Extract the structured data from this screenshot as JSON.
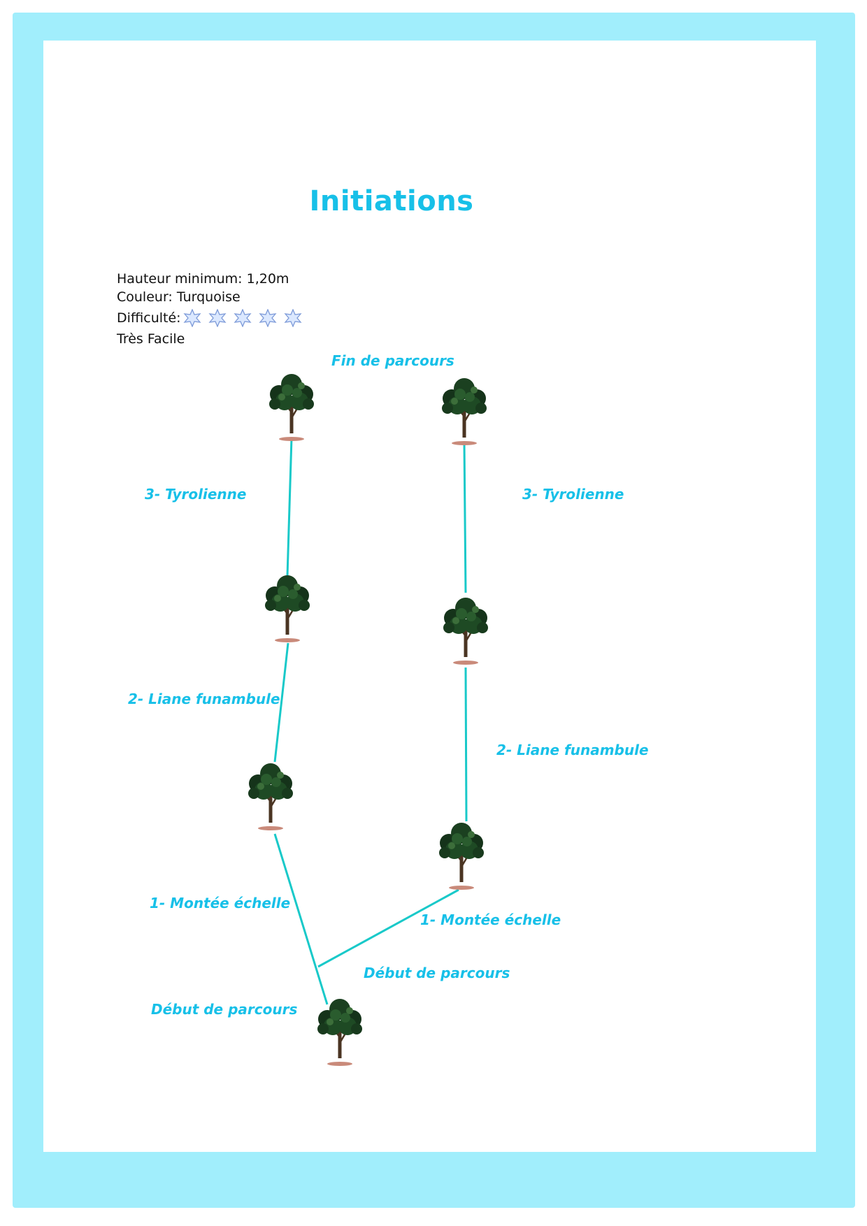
{
  "page": {
    "title": "Initiations",
    "info": {
      "height": "Hauteur minimum: 1,20m",
      "color": "Couleur: Turquoise",
      "difficulty_label": "Difficulté:",
      "difficulty_text": "Très Facile",
      "difficulty_stars": 5
    },
    "labels": {
      "end": "Fin de parcours",
      "left_tyrolienne": "3- Tyrolienne",
      "right_tyrolienne": "3- Tyrolienne",
      "left_liane": "2- Liane funambule",
      "right_liane": "2- Liane funambule",
      "left_echelle": "1- Montée échelle",
      "right_echelle": "1- Montée échelle",
      "start_left": "Début de parcours",
      "start_right": "Début de parcours"
    },
    "colors": {
      "frame": "#a1eefc",
      "accent": "#17c0e8",
      "cable": "#19c9c9"
    }
  }
}
